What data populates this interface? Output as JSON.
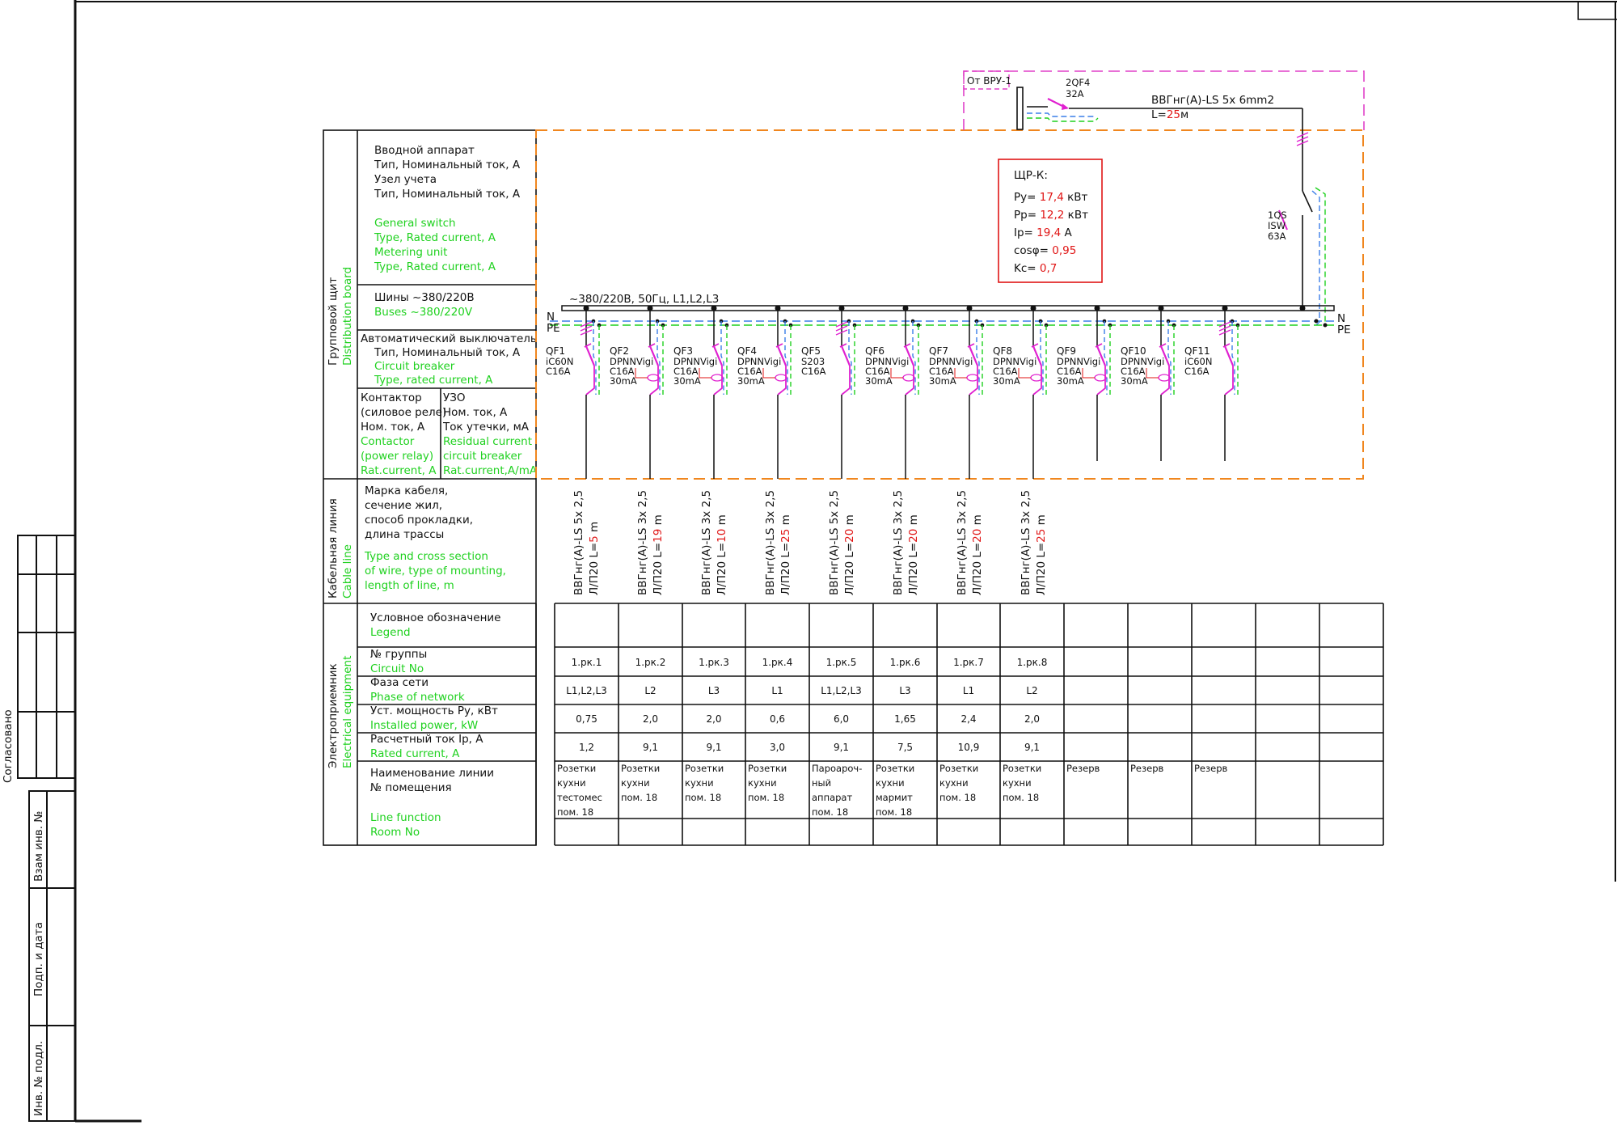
{
  "colors": {
    "ink": "#111111",
    "english": "#1fd11f",
    "value_red": "#e01515",
    "group_border": "#f0861e",
    "input_border": "#e040c8",
    "breaker": "#e020d0",
    "neutral": "#3a7ee8",
    "pe": "#1fd11f"
  },
  "side_stamp": {
    "agreed": "Согласовано",
    "replace_inv": "Взам инв. №",
    "sign_date": "Подп. и дата",
    "orig_inv": "Инв. № подл."
  },
  "input": {
    "source": "От ВРУ-1",
    "breaker_id": "2QF4",
    "breaker_rating": "32A",
    "cable": "ВВГнг(А)-LS 5х 6mm2",
    "length_prefix": "L=",
    "length_value": "25",
    "length_unit": "м"
  },
  "switch": {
    "id": "1QS",
    "type": "ISW",
    "rating": "63A"
  },
  "panel_box": {
    "name": "ЩР-К:",
    "rows": [
      {
        "label": "Pу=",
        "value": "17,4",
        "unit": "кВт"
      },
      {
        "label": "Pр=",
        "value": "12,2",
        "unit": "кВт"
      },
      {
        "label": "Iр=",
        "value": "19,4",
        "unit": "А"
      },
      {
        "label": "cosφ=",
        "value": "0,95",
        "unit": ""
      },
      {
        "label": "Kс=",
        "value": "0,7",
        "unit": ""
      }
    ]
  },
  "bus": {
    "label": "~380/220В, 50Гц, L1,L2,L3",
    "n": "N",
    "pe": "PE"
  },
  "section_titles": {
    "board_ru": "Групповой щит",
    "board_en": "Distribution board",
    "cable_ru": "Кабельная линия",
    "cable_en": "Cable line",
    "equip_ru": "Электроприемник",
    "equip_en": "Electrical equipment"
  },
  "headers": {
    "general_ru": [
      "Вводной аппарат",
      "Тип, Номинальный  ток, А",
      "Узел учета",
      "Тип, Номинальный  ток, А"
    ],
    "general_en": [
      "General switch",
      "Type, Rated current, A",
      "Metering unit",
      "Type, Rated current, A"
    ],
    "buses_ru": "Шины  ~380/220В",
    "buses_en": "Buses  ~380/220V",
    "breaker_ru": [
      "Автоматический выключатель",
      "Тип, Номинальный ток, А"
    ],
    "breaker_en": [
      "Circuit breaker",
      "Type, rated current, A"
    ],
    "contactor_ru": [
      "Контактор",
      "(силовое реле)",
      "Ном. ток, А"
    ],
    "contactor_en": [
      "Contactor",
      "(power relay)",
      "Rat.current, A"
    ],
    "rcd_ru": [
      "УЗО",
      "Ном. ток, А",
      "Ток утечки, мА"
    ],
    "rcd_en": [
      "Residual current",
      "circuit breaker",
      "Rat.current,A/mA"
    ],
    "cable_ru": [
      "Марка кабеля,",
      "сечение жил,",
      "способ прокладки,",
      "длина трассы"
    ],
    "cable_en": [
      "Type and cross section",
      "of wire, type of mounting,",
      "length of line, m"
    ],
    "legend_ru": "Условное обозначение",
    "legend_en": "Legend",
    "group_ru": "№ группы",
    "group_en": "Circuit No",
    "phase_ru": "Фаза сети",
    "phase_en": "Phase of network",
    "power_ru": "Уст. мощность Pу, кВт",
    "power_en": "Installed power, kW",
    "current_ru": "Расчетный ток Iр, А",
    "current_en": "Rated current, A",
    "line_ru": [
      "Наименование линии",
      "№ помещения"
    ],
    "line_en": [
      "Line function",
      "Room No"
    ]
  },
  "circuits": [
    {
      "qf": "QF1",
      "lines": [
        "iC60N",
        "C16A"
      ],
      "cable": "ВВГнг(А)-LS 5х 2,5",
      "mount": "Л/П20",
      "length": "5",
      "unit": "m",
      "group": "1.рк.1",
      "phase": "L1,L2,L3",
      "power": "0,75",
      "current": "1,2",
      "name": [
        "Розетки",
        "кухни",
        "тестомес",
        "пом. 18"
      ]
    },
    {
      "qf": "QF2",
      "lines": [
        "DPNNVigi",
        "C16A",
        "30mA"
      ],
      "cable": "ВВГнг(А)-LS 3х 2,5",
      "mount": "Л/П20",
      "length": "19",
      "unit": "m",
      "group": "1.рк.2",
      "phase": "L2",
      "power": "2,0",
      "current": "9,1",
      "name": [
        "Розетки",
        "кухни",
        "пом. 18"
      ]
    },
    {
      "qf": "QF3",
      "lines": [
        "DPNNVigi",
        "C16A",
        "30mA"
      ],
      "cable": "ВВГнг(А)-LS 3х 2,5",
      "mount": "Л/П20",
      "length": "10",
      "unit": "m",
      "group": "1.рк.3",
      "phase": "L3",
      "power": "2,0",
      "current": "9,1",
      "name": [
        "Розетки",
        "кухни",
        "пом. 18"
      ]
    },
    {
      "qf": "QF4",
      "lines": [
        "DPNNVigi",
        "C16A",
        "30mA"
      ],
      "cable": "ВВГнг(А)-LS 3х 2,5",
      "mount": "Л/П20",
      "length": "25",
      "unit": "m",
      "group": "1.рк.4",
      "phase": "L1",
      "power": "0,6",
      "current": "3,0",
      "name": [
        "Розетки",
        "кухни",
        "пом. 18"
      ]
    },
    {
      "qf": "QF5",
      "lines": [
        "S203",
        "C16A"
      ],
      "cable": "ВВГнг(А)-LS 5х 2,5",
      "mount": "Л/П20",
      "length": "20",
      "unit": "m",
      "group": "1.рк.5",
      "phase": "L1,L2,L3",
      "power": "6,0",
      "current": "9,1",
      "name": [
        "Пароароч-",
        "ный",
        "аппарат",
        "пом. 18"
      ]
    },
    {
      "qf": "QF6",
      "lines": [
        "DPNNVigi",
        "C16A",
        "30mA"
      ],
      "cable": "ВВГнг(А)-LS 3х 2,5",
      "mount": "Л/П20",
      "length": "20",
      "unit": "m",
      "group": "1.рк.6",
      "phase": "L3",
      "power": "1,65",
      "current": "7,5",
      "name": [
        "Розетки",
        "кухни",
        "мармит",
        "пом. 18"
      ]
    },
    {
      "qf": "QF7",
      "lines": [
        "DPNNVigi",
        "C16A",
        "30mA"
      ],
      "cable": "ВВГнг(А)-LS 3х 2,5",
      "mount": "Л/П20",
      "length": "20",
      "unit": "m",
      "group": "1.рк.7",
      "phase": "L1",
      "power": "2,4",
      "current": "10,9",
      "name": [
        "Розетки",
        "кухни",
        "пом. 18"
      ]
    },
    {
      "qf": "QF8",
      "lines": [
        "DPNNVigi",
        "C16A",
        "30mA"
      ],
      "cable": "ВВГнг(А)-LS 3х 2,5",
      "mount": "Л/П20",
      "length": "25",
      "unit": "m",
      "group": "1.рк.8",
      "phase": "L2",
      "power": "2,0",
      "current": "9,1",
      "name": [
        "Розетки",
        "кухни",
        "пом. 18"
      ]
    },
    {
      "qf": "QF9",
      "lines": [
        "DPNNVigi",
        "C16A",
        "30mA"
      ],
      "cable": "",
      "mount": "",
      "length": "",
      "unit": "",
      "group": "",
      "phase": "",
      "power": "",
      "current": "",
      "name": [
        "Резерв"
      ]
    },
    {
      "qf": "QF10",
      "lines": [
        "DPNNVigi",
        "C16A",
        "30mA"
      ],
      "cable": "",
      "mount": "",
      "length": "",
      "unit": "",
      "group": "",
      "phase": "",
      "power": "",
      "current": "",
      "name": [
        "Резерв"
      ]
    },
    {
      "qf": "QF11",
      "lines": [
        "iC60N",
        "C16A"
      ],
      "cable": "",
      "mount": "",
      "length": "",
      "unit": "",
      "group": "",
      "phase": "",
      "power": "",
      "current": "",
      "name": [
        "Резерв"
      ]
    }
  ]
}
